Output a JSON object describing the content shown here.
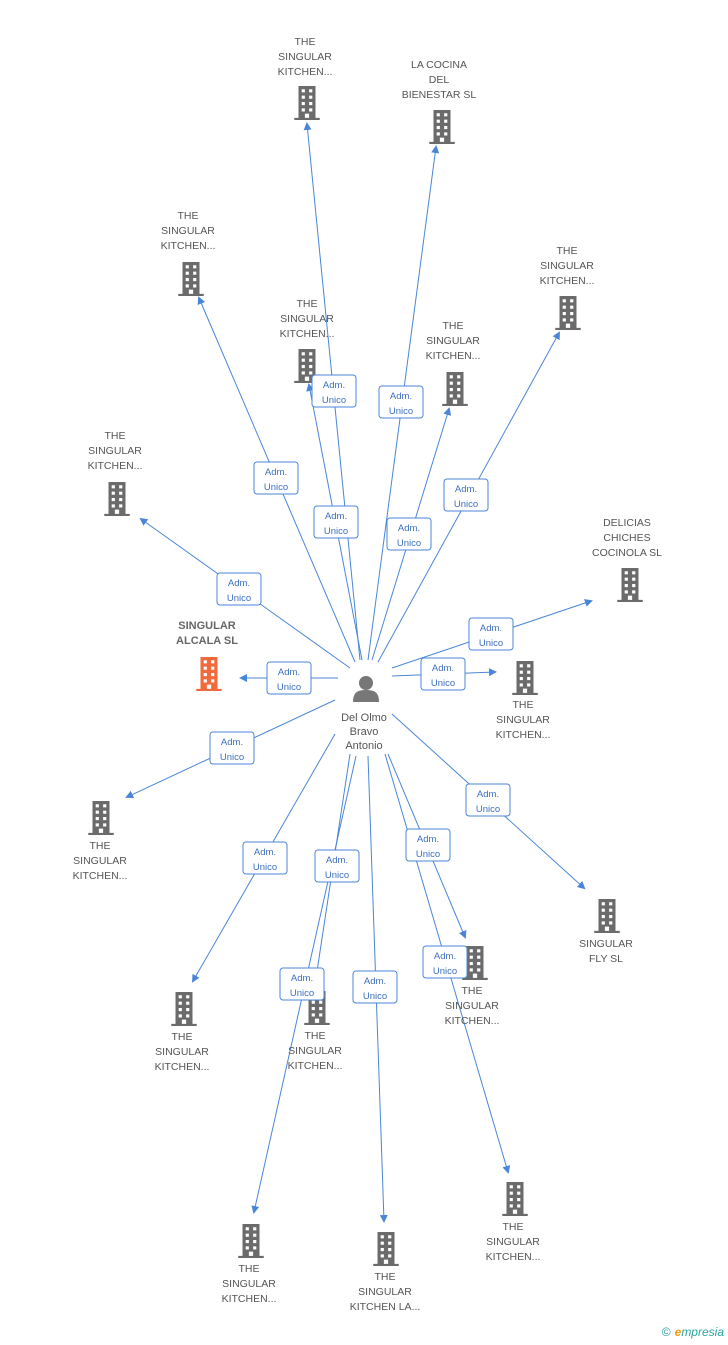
{
  "person": {
    "lines": [
      "Del Olmo",
      "Bravo",
      "Antonio"
    ]
  },
  "edge_label": [
    "Adm.",
    "Unico"
  ],
  "companies": [
    {
      "id": "c1",
      "lines": [
        "THE",
        "SINGULAR",
        "KITCHEN..."
      ]
    },
    {
      "id": "c2",
      "lines": [
        "LA COCINA",
        "DEL",
        "BIENESTAR SL"
      ]
    },
    {
      "id": "c3",
      "lines": [
        "THE",
        "SINGULAR",
        "KITCHEN..."
      ]
    },
    {
      "id": "c4",
      "lines": [
        "THE",
        "SINGULAR",
        "KITCHEN..."
      ]
    },
    {
      "id": "c5",
      "lines": [
        "THE",
        "SINGULAR",
        "KITCHEN..."
      ]
    },
    {
      "id": "c6",
      "lines": [
        "THE",
        "SINGULAR",
        "KITCHEN..."
      ]
    },
    {
      "id": "c7",
      "lines": [
        "THE",
        "SINGULAR",
        "KITCHEN..."
      ]
    },
    {
      "id": "c8",
      "lines": [
        "DELICIAS",
        "CHICHES",
        "COCINOLA SL"
      ]
    },
    {
      "id": "c9",
      "lines": [
        "SINGULAR",
        "ALCALA SL"
      ],
      "focus": true
    },
    {
      "id": "c10",
      "lines": [
        "THE",
        "SINGULAR",
        "KITCHEN..."
      ]
    },
    {
      "id": "c11",
      "lines": [
        "THE",
        "SINGULAR",
        "KITCHEN..."
      ]
    },
    {
      "id": "c12",
      "lines": [
        "SINGULAR",
        "FLY SL"
      ]
    },
    {
      "id": "c13",
      "lines": [
        "THE",
        "SINGULAR",
        "KITCHEN..."
      ]
    },
    {
      "id": "c14",
      "lines": [
        "THE",
        "SINGULAR",
        "KITCHEN..."
      ]
    },
    {
      "id": "c15",
      "lines": [
        "THE",
        "SINGULAR",
        "KITCHEN..."
      ]
    },
    {
      "id": "c16",
      "lines": [
        "THE",
        "SINGULAR",
        "KITCHEN..."
      ]
    },
    {
      "id": "c17",
      "lines": [
        "THE",
        "SINGULAR",
        "KITCHEN..."
      ]
    },
    {
      "id": "c18",
      "lines": [
        "THE",
        "SINGULAR",
        "KITCHEN LA..."
      ]
    }
  ],
  "colors": {
    "edge": "#4a86d8",
    "building": "#6b6b6b",
    "focus": "#f26a3b",
    "person": "#777777"
  },
  "footer": {
    "copyright": "©",
    "brand_e": "e",
    "brand_rest": "mpresia"
  }
}
